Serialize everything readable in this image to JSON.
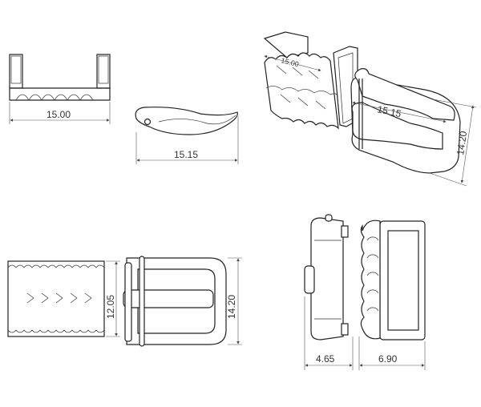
{
  "title": "Buckle technical drawing",
  "dimensions": {
    "loop_width": "15.00",
    "tongue_length": "15.15",
    "iso_width": "15.00",
    "iso_tongue": "15.15",
    "iso_height": "14.20",
    "strap_height": "12.05",
    "frame_height": "14.20",
    "side_depth": "4.65",
    "end_depth": "6.90"
  },
  "line_color": "#222222"
}
